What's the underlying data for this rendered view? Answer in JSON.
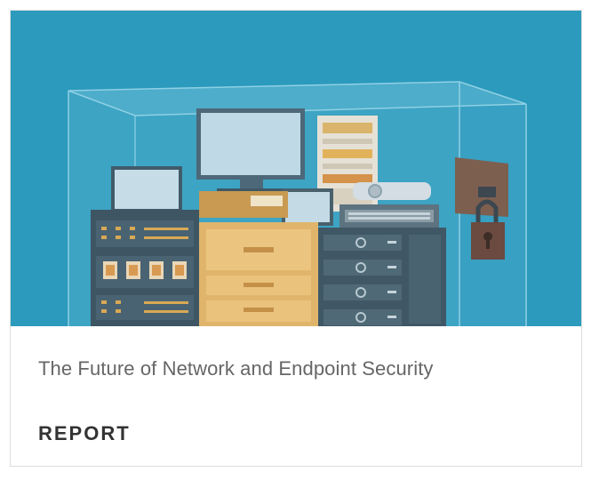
{
  "card": {
    "title": "The Future of Network and Endpoint Security",
    "category": "REPORT"
  },
  "hero": {
    "icons": [
      "glass-enclosure",
      "laptop-icon",
      "monitor-icon",
      "tablet-icon",
      "server-rack-icon",
      "printer-icon",
      "network-switch-icon",
      "padlock-icon"
    ]
  },
  "colors": {
    "hero_background": "#2b9abd",
    "title_text": "#666666",
    "category_text": "#333333",
    "card_border": "#dcdcdc"
  }
}
